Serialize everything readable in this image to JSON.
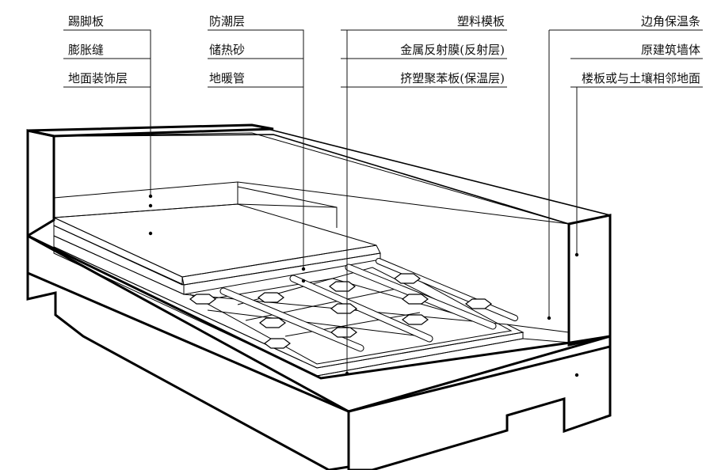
{
  "labels": {
    "left": [
      "踢脚板",
      "膨胀缝",
      "地面装饰层"
    ],
    "mid": [
      "防潮层",
      "储热砂",
      "地暖管"
    ],
    "center": [
      "塑料模板",
      "金属反射膜(反射层)",
      "挤塑聚苯板(保温层)"
    ],
    "right": [
      "边角保温条",
      "原建筑墙体",
      "楼板或与土壤相邻地面"
    ]
  },
  "colors": {
    "line": "#000000",
    "background": "#ffffff"
  }
}
